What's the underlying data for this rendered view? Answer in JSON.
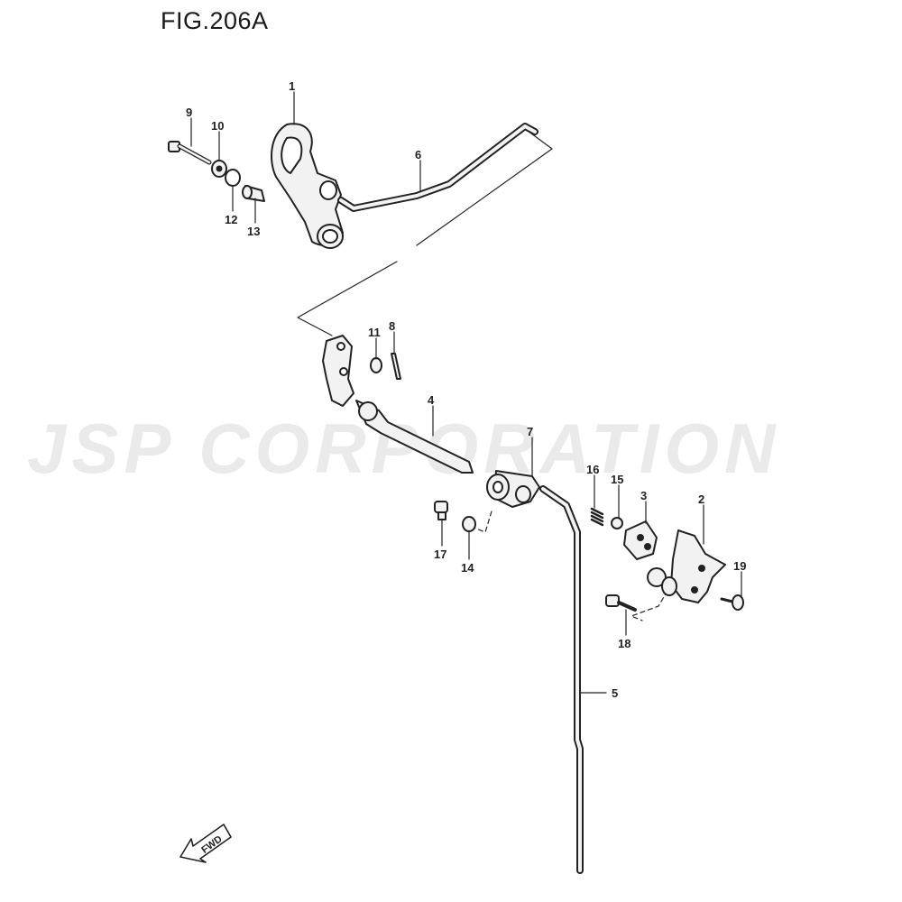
{
  "figure": {
    "title": "FIG.206A"
  },
  "watermark": {
    "text": "JSP CORPORATION",
    "color": "#d9d9d9"
  },
  "fwd_arrow": {
    "label": "FWD"
  },
  "callouts": [
    {
      "id": "1",
      "label": "1"
    },
    {
      "id": "2",
      "label": "2"
    },
    {
      "id": "3",
      "label": "3"
    },
    {
      "id": "4",
      "label": "4"
    },
    {
      "id": "5",
      "label": "5"
    },
    {
      "id": "6",
      "label": "6"
    },
    {
      "id": "7",
      "label": "7"
    },
    {
      "id": "8",
      "label": "8"
    },
    {
      "id": "9",
      "label": "9"
    },
    {
      "id": "10",
      "label": "10"
    },
    {
      "id": "11",
      "label": "11"
    },
    {
      "id": "12",
      "label": "12"
    },
    {
      "id": "13",
      "label": "13"
    },
    {
      "id": "14",
      "label": "14"
    },
    {
      "id": "15",
      "label": "15"
    },
    {
      "id": "16",
      "label": "16"
    },
    {
      "id": "17",
      "label": "17"
    },
    {
      "id": "18",
      "label": "18"
    },
    {
      "id": "19",
      "label": "19"
    }
  ]
}
